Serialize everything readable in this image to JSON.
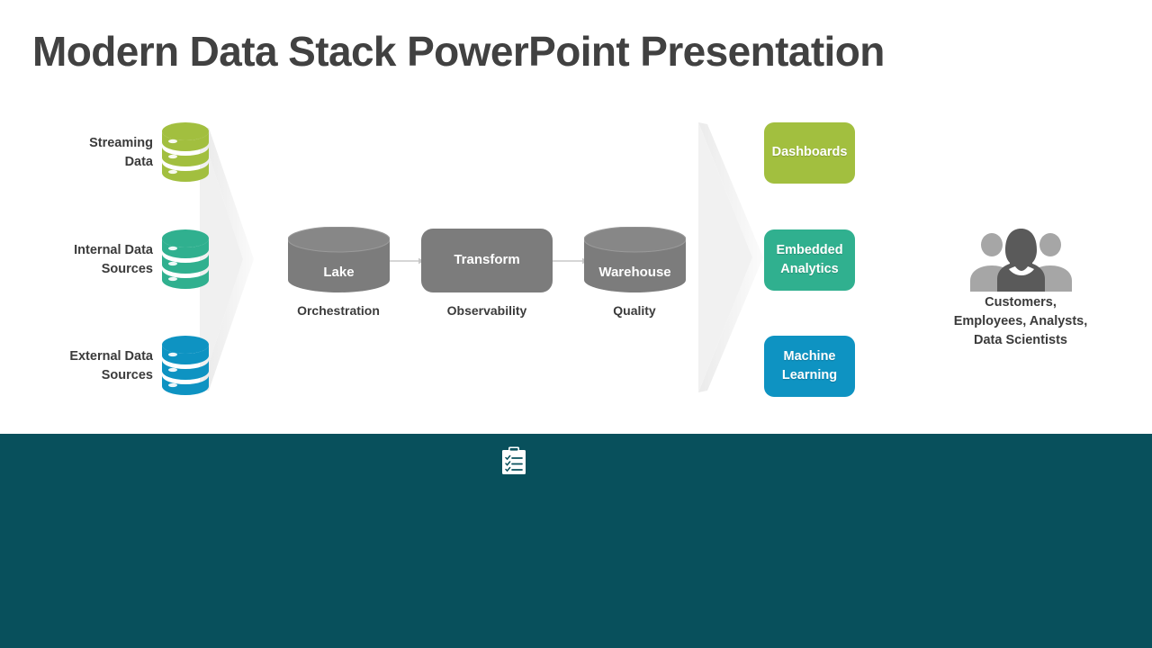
{
  "slide": {
    "title": "Modern Data Stack PowerPoint Presentation",
    "background_color": "#ffffff",
    "band_color": "#08505c"
  },
  "sources": {
    "section_name": "data-sources",
    "items": [
      {
        "label": "Streaming\nData",
        "icon": "database-icon",
        "color": "#a2bf3f"
      },
      {
        "label": "Internal Data\nSources",
        "icon": "database-icon",
        "color": "#30b08f"
      },
      {
        "label": "External Data\nSources",
        "icon": "database-icon",
        "color": "#0e93c2"
      }
    ]
  },
  "pipeline": {
    "section_name": "data-pipeline",
    "color": "#7c7c7c",
    "nodes": [
      {
        "label": "Lake",
        "shape": "cylinder",
        "caption": "Orchestration"
      },
      {
        "label": "Transform",
        "shape": "rounded-rect",
        "caption": "Observability"
      },
      {
        "label": "Warehouse",
        "shape": "cylinder",
        "caption": "Quality"
      }
    ]
  },
  "outcomes": {
    "section_name": "outcomes",
    "items": [
      {
        "label": "Dashboards",
        "color": "#a2bf3f"
      },
      {
        "label": "Embedded\nAnalytics",
        "color": "#30b08f"
      },
      {
        "label": "Machine\nLearning",
        "color": "#0e93c2"
      }
    ]
  },
  "consumers": {
    "icon": "people-group-icon",
    "caption": "Customers,\nEmployees, Analysts,\nData Scientists"
  },
  "band": {
    "icon": "clipboard-checklist-icon"
  }
}
